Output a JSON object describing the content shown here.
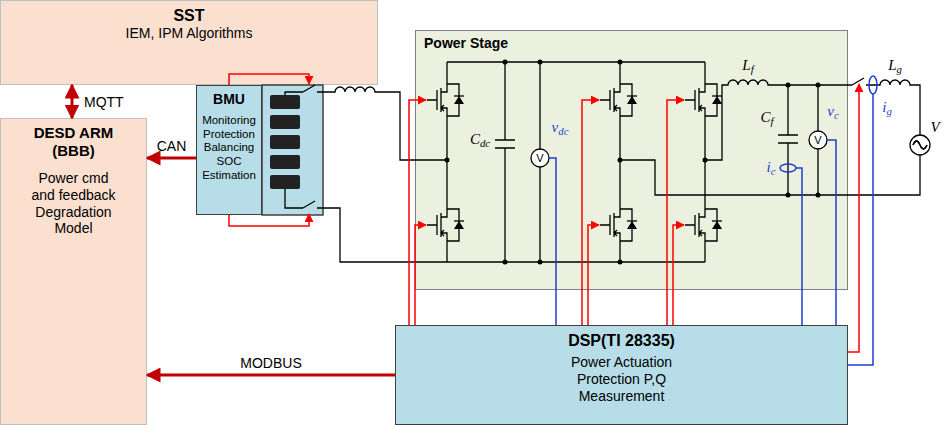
{
  "diagram": {
    "nodes": [
      {
        "text": [
          "SST",
          "IEM, IPM Algorithms"
        ]
      },
      {
        "text": [
          "DESD ARM (BBB)",
          "Power cmd and feedback Degradation Model"
        ]
      },
      {
        "text": [
          "BMU",
          "Monitoring Protection Balancing SOC Estimation"
        ]
      },
      {
        "text": [
          "Power Stage"
        ]
      },
      {
        "text": [
          "DSP(TI 28335)",
          "Power Actuation Protection P,Q Measurement"
        ]
      }
    ],
    "edges": [
      {
        "from": 0,
        "to": 1,
        "label": "MQTT",
        "arrow": "both"
      },
      {
        "from": 2,
        "to": 1,
        "label": "CAN",
        "arrow": "to"
      },
      {
        "from": 4,
        "to": 1,
        "label": "MODBUS",
        "arrow": "to"
      }
    ],
    "labels": [
      "Cdc",
      "V",
      "vdc",
      "Lf",
      "Cf",
      "V",
      "vc",
      "ic",
      "ig",
      "Lg",
      "V"
    ]
  }
}
